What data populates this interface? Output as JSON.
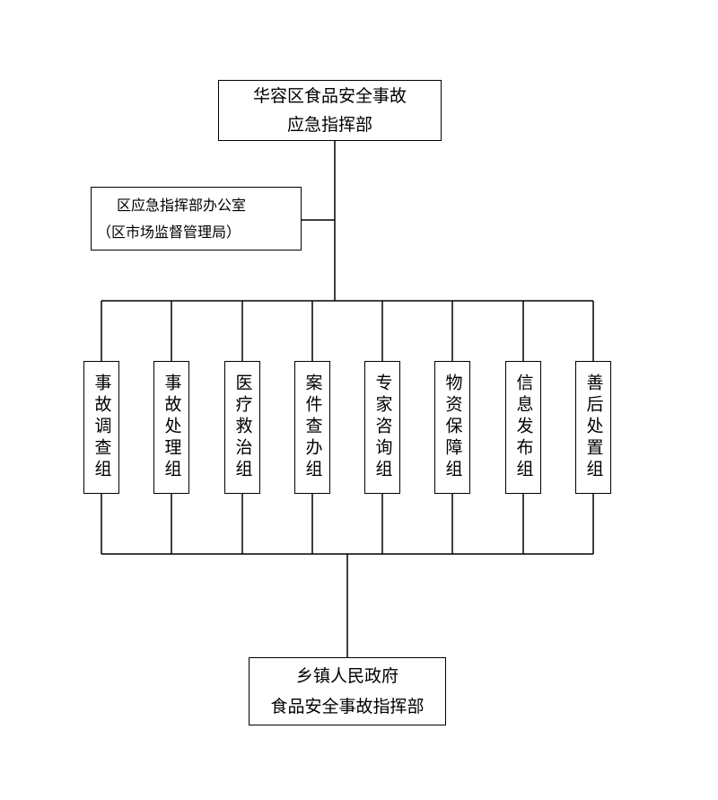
{
  "top_box": {
    "line1": "华容区食品安全事故",
    "line2": "应急指挥部"
  },
  "office_box": {
    "line1": "区应急指挥部办公室",
    "line2": "（区市场监督管理局）"
  },
  "groups": [
    {
      "label": "事故调查组"
    },
    {
      "label": "事故处理组"
    },
    {
      "label": "医疗救治组"
    },
    {
      "label": "案件查办组"
    },
    {
      "label": "专家咨询组"
    },
    {
      "label": "物资保障组"
    },
    {
      "label": "信息发布组"
    },
    {
      "label": "善后处置组"
    }
  ],
  "bottom_box": {
    "line1": "乡镇人民政府",
    "line2": "食品安全事故指挥部"
  }
}
